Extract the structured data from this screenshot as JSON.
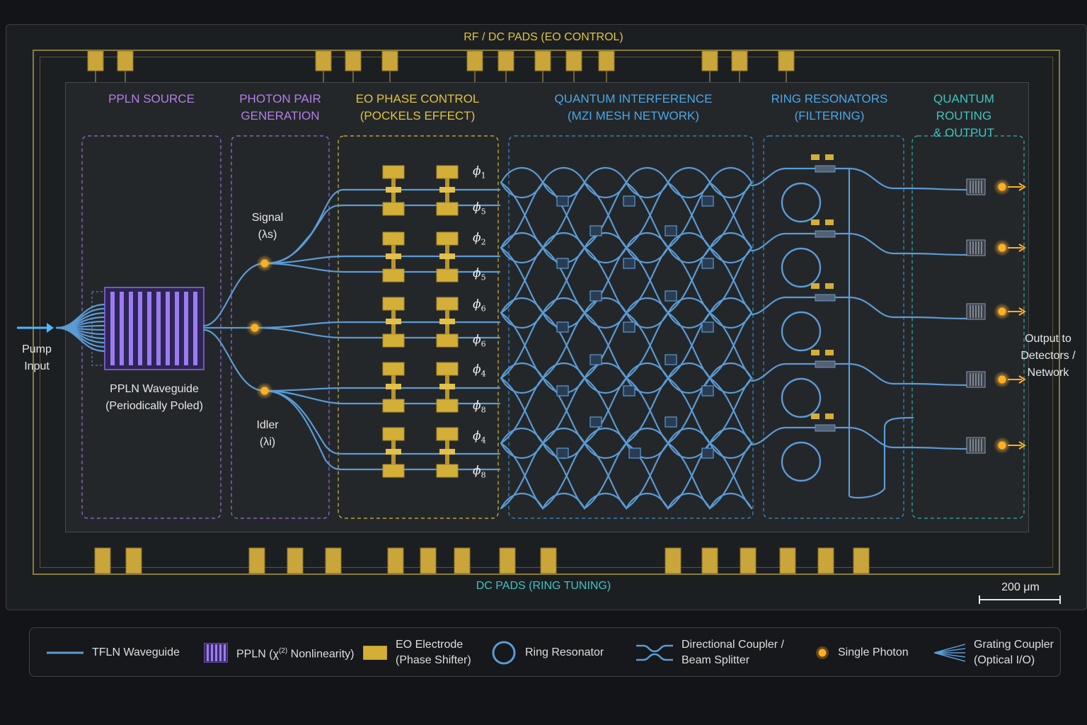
{
  "pads": {
    "top_label": "RF / DC PADS (EO CONTROL)",
    "bottom_label": "DC PADS (RING TUNING)"
  },
  "sections": [
    {
      "title": "PPLN SOURCE"
    },
    {
      "title": "PHOTON PAIR\nGENERATION"
    },
    {
      "title": "EO PHASE CONTROL\n(POCKELS EFFECT)"
    },
    {
      "title": "QUANTUM INTERFERENCE\n(MZI MESH NETWORK)"
    },
    {
      "title": "RING RESONATORS\n(FILTERING)"
    },
    {
      "title": "QUANTUM ROUTING\n& OUTPUT"
    }
  ],
  "labels": {
    "pump": "Pump\nInput",
    "ppln": "PPLN Waveguide\n(Periodically Poled)",
    "signal": "Signal\n(λs)",
    "idler": "Idler\n(λi)",
    "output": "Output to\nDetectors /\nNetwork",
    "scale": "200 μm"
  },
  "phases": [
    {
      "sym": "ϕ",
      "sub": "1"
    },
    {
      "sym": "ϕ",
      "sub": "5"
    },
    {
      "sym": "ϕ",
      "sub": "2"
    },
    {
      "sym": "ϕ",
      "sub": "5"
    },
    {
      "sym": "ϕ",
      "sub": "6"
    },
    {
      "sym": "ϕ",
      "sub": "6"
    },
    {
      "sym": "ϕ",
      "sub": "4"
    },
    {
      "sym": "ϕ",
      "sub": "8"
    },
    {
      "sym": "ϕ",
      "sub": "4"
    },
    {
      "sym": "ϕ",
      "sub": "8"
    }
  ],
  "legend": {
    "waveguide": "TFLN Waveguide",
    "ppln": "PPLN (χ",
    "ppln_sup": "(2)",
    "ppln_tail": " Nonlinearity)",
    "electrode": "EO Electrode\n(Phase Shifter)",
    "ring": "Ring Resonator",
    "coupler": "Directional Coupler /\nBeam Splitter",
    "photon": "Single Photon",
    "grating": "Grating Coupler\n(Optical I/O)"
  },
  "colors": {
    "waveguide": "#5b9bd5",
    "gold": "#d4af37",
    "ppln": "#7a4fd0",
    "photon": "#ffb020",
    "purple_section": "#9b6fd6",
    "yellow_section": "#d9b93a",
    "blue_section": "#3d8fc6",
    "teal_section": "#2fb0ad"
  }
}
